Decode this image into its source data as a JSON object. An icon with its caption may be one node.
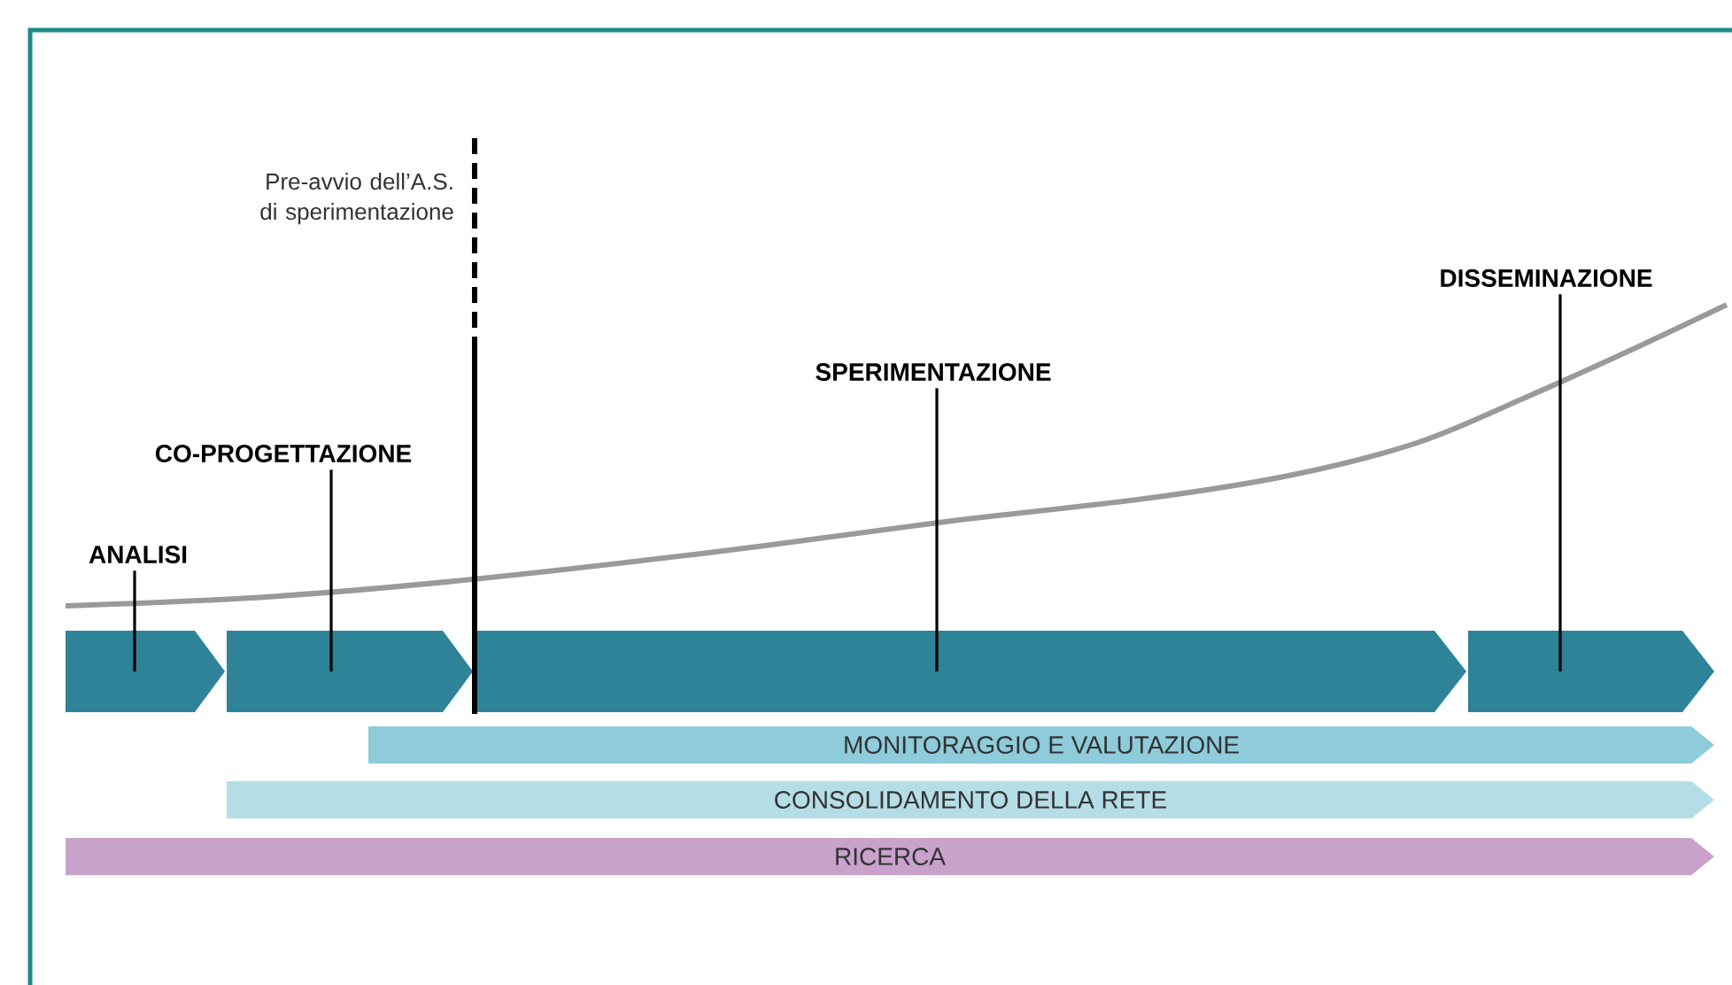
{
  "diagram": {
    "nodes": [
      {
        "text": [
          "ANALISI"
        ]
      },
      {
        "text": [
          "CO-PROGETTAZIONE"
        ]
      },
      {
        "text": [
          "SPERIMENTAZIONE"
        ]
      },
      {
        "text": [
          "DISSEMINAZIONE"
        ]
      },
      {
        "text": [],
        "shape": "chevron"
      },
      {
        "text": [],
        "shape": "chevron"
      },
      {
        "text": [],
        "shape": "chevron"
      },
      {
        "text": [],
        "shape": "chevron"
      },
      {
        "text": [
          "MONITORAGGIO E VALUTAZIONE"
        ]
      },
      {
        "text": [
          "CONSOLIDAMENTO DELLA RETE"
        ]
      },
      {
        "text": [
          "RICERCA"
        ]
      }
    ],
    "edges": [
      {
        "from": 0,
        "to": 4,
        "arrow": "none"
      },
      {
        "from": 1,
        "to": 5,
        "arrow": "none"
      },
      {
        "from": 2,
        "to": 6,
        "arrow": "none"
      },
      {
        "from": 3,
        "to": 7,
        "arrow": "none"
      }
    ],
    "labels": [
      "Pre-avvio dell’A.S. di sperimentazione"
    ]
  }
}
